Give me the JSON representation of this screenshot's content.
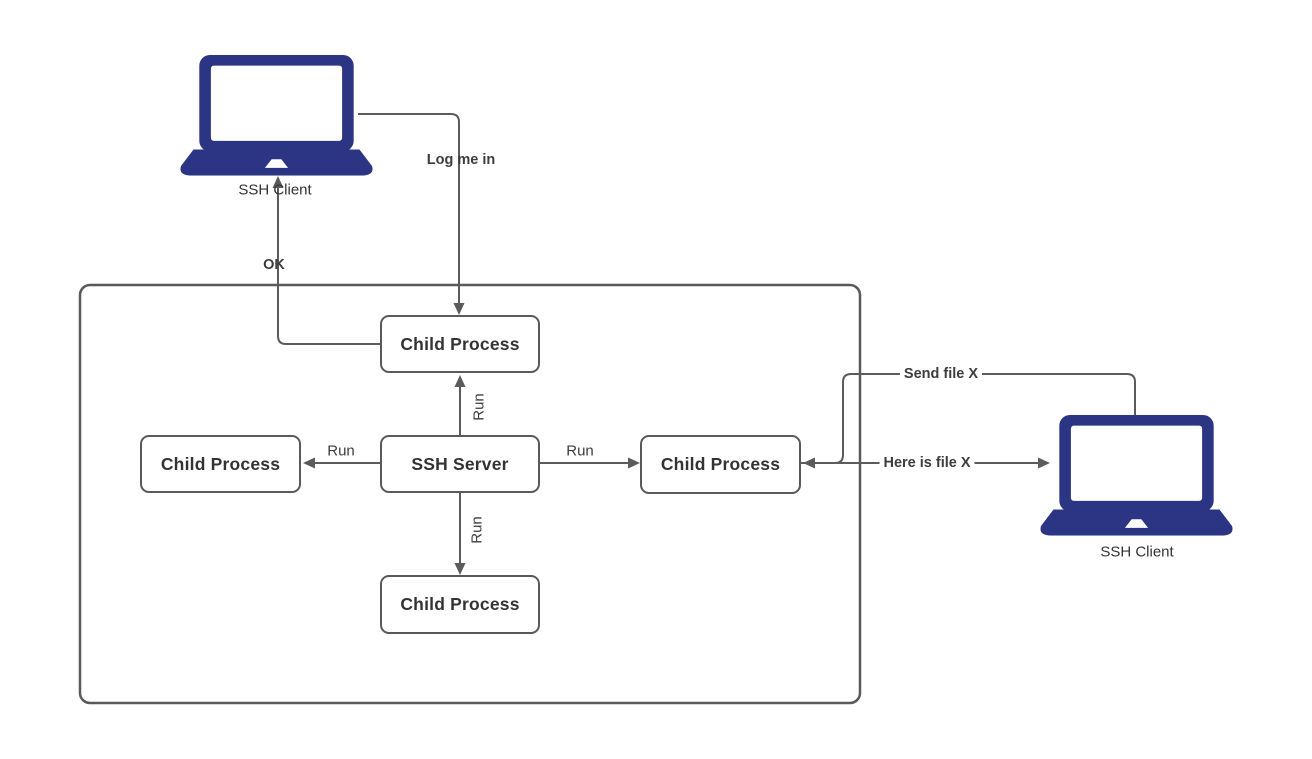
{
  "diagram": {
    "clients": {
      "left": {
        "label": "SSH Client"
      },
      "right": {
        "label": "SSH Client"
      }
    },
    "nodes": {
      "child_top": {
        "label": "Child Process"
      },
      "child_left": {
        "label": "Child Process"
      },
      "server": {
        "label": "SSH Server"
      },
      "child_right": {
        "label": "Child Process"
      },
      "child_bottom": {
        "label": "Child Process"
      }
    },
    "edges": {
      "log_me_in": {
        "label": "Log me in"
      },
      "ok": {
        "label": "OK"
      },
      "run_up": {
        "label": "Run"
      },
      "run_left": {
        "label": "Run"
      },
      "run_right": {
        "label": "Run"
      },
      "run_down": {
        "label": "Run"
      },
      "send_file": {
        "label": "Send file X"
      },
      "here_is_file": {
        "label": "Here is file X"
      }
    },
    "colors": {
      "laptop_color": "#2b3583",
      "connector_color": "#5b5b5b",
      "node_border_color": "#595959",
      "text_color": "#333333"
    }
  }
}
